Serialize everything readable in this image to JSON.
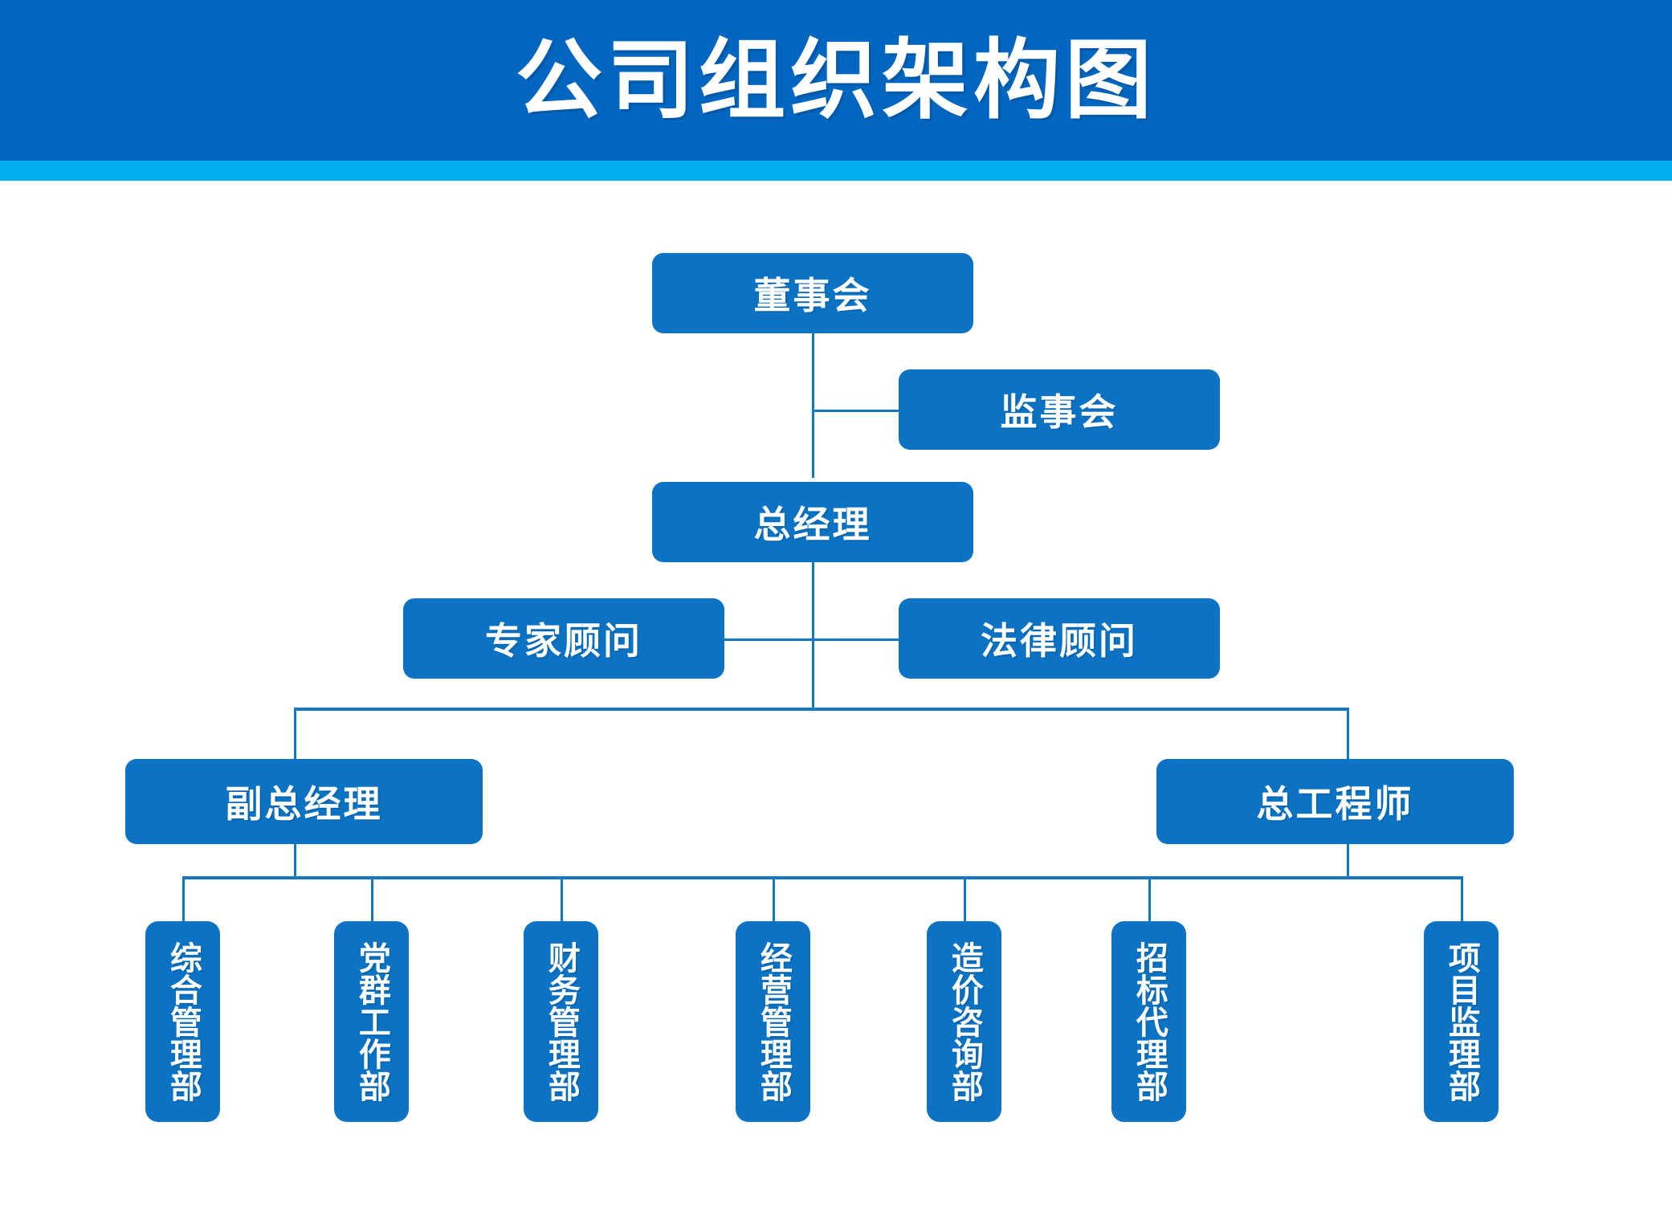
{
  "header": {
    "title": "公司组织架构图",
    "bar_color": "#0066c0",
    "accent_color": "#00aeef",
    "title_color": "#ffffff"
  },
  "theme": {
    "node_fill": "#0b72c4",
    "node_text": "#ffffff",
    "connector_color": "#1378c4",
    "background": "#ffffff"
  },
  "chart_data": {
    "type": "diagram",
    "subtype": "org-chart",
    "title": "公司组织架构图",
    "orientation": "top-down",
    "levels": [
      {
        "level": 1,
        "nodes": [
          "董事会"
        ]
      },
      {
        "level": 2,
        "nodes": [
          "监事会"
        ]
      },
      {
        "level": 3,
        "nodes": [
          "总经理"
        ]
      },
      {
        "level": 4,
        "nodes": [
          "专家顾问",
          "法律顾问"
        ]
      },
      {
        "level": 5,
        "nodes": [
          "副总经理",
          "总工程师"
        ]
      },
      {
        "level": 6,
        "nodes": [
          "综合管理部",
          "党群工作部",
          "财务管理部",
          "经营管理部",
          "造价咨询部",
          "招标代理部",
          "项目监理部"
        ]
      }
    ],
    "edges": [
      {
        "from": "董事会",
        "to": "监事会"
      },
      {
        "from": "董事会",
        "to": "总经理"
      },
      {
        "from": "总经理",
        "to": "专家顾问"
      },
      {
        "from": "总经理",
        "to": "法律顾问"
      },
      {
        "from": "总经理",
        "to": "副总经理"
      },
      {
        "from": "总经理",
        "to": "总工程师"
      },
      {
        "from": "副总经理",
        "to": "综合管理部"
      },
      {
        "from": "副总经理",
        "to": "党群工作部"
      },
      {
        "from": "副总经理",
        "to": "财务管理部"
      },
      {
        "from": "副总经理",
        "to": "经营管理部"
      },
      {
        "from": "总工程师",
        "to": "造价咨询部"
      },
      {
        "from": "总工程师",
        "to": "招标代理部"
      },
      {
        "from": "总工程师",
        "to": "项目监理部"
      }
    ]
  },
  "nodes": {
    "board_of_directors": "董事会",
    "board_of_supervisors": "监事会",
    "general_manager": "总经理",
    "expert_advisor": "专家顾问",
    "legal_advisor": "法律顾问",
    "deputy_general_manager": "副总经理",
    "chief_engineer": "总工程师"
  },
  "departments": [
    {
      "label": "综合管理部"
    },
    {
      "label": "党群工作部"
    },
    {
      "label": "财务管理部"
    },
    {
      "label": "经营管理部"
    },
    {
      "label": "造价咨询部"
    },
    {
      "label": "招标代理部"
    },
    {
      "label": "项目监理部"
    }
  ]
}
